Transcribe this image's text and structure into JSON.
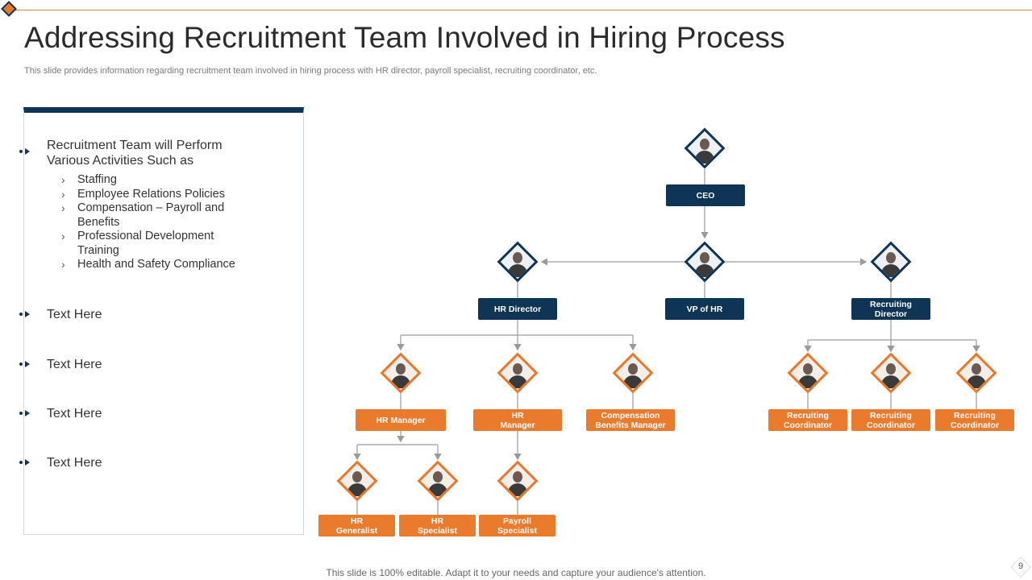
{
  "header": {
    "title": "Addressing Recruitment Team Involved in Hiring Process",
    "subtitle": "This slide provides information regarding recruitment team involved in hiring process with HR director, payroll specialist, recruiting coordinator, etc."
  },
  "left_panel": {
    "intro": "Recruitment Team will Perform Various Activities Such as",
    "activities": [
      "Staffing",
      "Employee Relations Policies",
      "Compensation – Payroll and Benefits",
      "Professional Development Training",
      "Health and Safety Compliance"
    ],
    "placeholders": [
      "Text Here",
      "Text Here",
      "Text Here",
      "Text Here"
    ]
  },
  "org_chart": {
    "ceo": "CEO",
    "hr_director": "HR Director",
    "vp_hr": "VP of HR",
    "recruiting_director": "Recruiting Director",
    "hr_manager_1": "HR Manager",
    "hr_manager_2": "HR Manager",
    "comp_benefits_manager": "Compensation Benefits Manager",
    "recruiting_coordinator_1": "Recruiting Coordinator",
    "recruiting_coordinator_2": "Recruiting Coordinator",
    "recruiting_coordinator_3": "Recruiting Coordinator",
    "hr_generalist": "HR Generalist",
    "hr_specialist": "HR Specialist",
    "payroll_specialist": "Payroll Specialist"
  },
  "colors": {
    "navy": "#0f3556",
    "orange": "#ea7a2c",
    "accent_line": "#e0813a"
  },
  "footer": {
    "note": "This slide is 100% editable. Adapt it to your needs and capture your audience's attention.",
    "page_number": "9"
  }
}
